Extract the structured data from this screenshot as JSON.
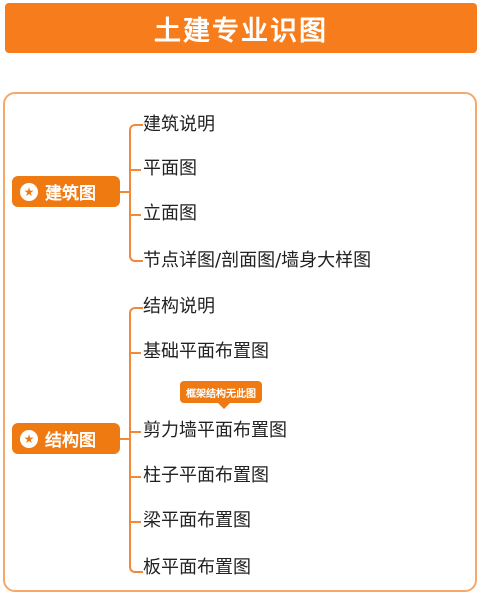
{
  "title": "土建专业识图",
  "groups": [
    {
      "label": "建筑图",
      "icon": "star-icon",
      "items": [
        "建筑说明",
        "平面图",
        "立面图",
        "节点详图/剖面图/墙身大样图"
      ]
    },
    {
      "label": "结构图",
      "icon": "star-icon",
      "items": [
        "结构说明",
        "基础平面布置图",
        "剪力墙平面布置图",
        "柱子平面布置图",
        "梁平面布置图",
        "板平面布置图"
      ],
      "callout": "框架结构无此图"
    }
  ],
  "colors": {
    "accent": "#f77d1c",
    "frame": "#f5a869",
    "text": "#222222"
  }
}
